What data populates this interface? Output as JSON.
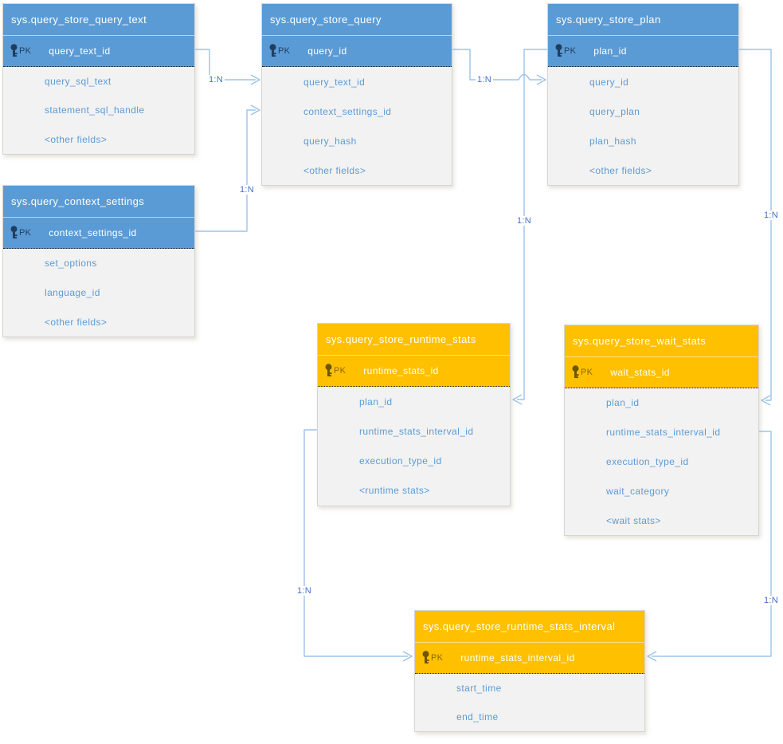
{
  "diagram": {
    "kind": "entity-relationship-diagram",
    "tables": [
      {
        "title": "sys.query_store_query_text",
        "theme": "blue",
        "pk_label": "PK",
        "pk": "query_text_id",
        "fields": [
          "query_sql_text",
          "statement_sql_handle",
          "<other fields>"
        ]
      },
      {
        "title": "sys.query_store_query",
        "theme": "blue",
        "pk_label": "PK",
        "pk": "query_id",
        "fields": [
          "query_text_id",
          "context_settings_id",
          "query_hash",
          "<other fields>"
        ]
      },
      {
        "title": "sys.query_store_plan",
        "theme": "blue",
        "pk_label": "PK",
        "pk": "plan_id",
        "fields": [
          "query_id",
          "query_plan",
          "plan_hash",
          "<other fields>"
        ]
      },
      {
        "title": "sys.query_context_settings",
        "theme": "blue",
        "pk_label": "PK",
        "pk": "context_settings_id",
        "fields": [
          "set_options",
          "language_id",
          "<other fields>"
        ]
      },
      {
        "title": "sys.query_store_runtime_stats",
        "theme": "orange",
        "pk_label": "PK",
        "pk": "runtime_stats_id",
        "fields": [
          "plan_id",
          "runtime_stats_interval_id",
          "execution_type_id",
          "<runtime stats>"
        ]
      },
      {
        "title": "sys.query_store_wait_stats",
        "theme": "orange",
        "pk_label": "PK",
        "pk": "wait_stats_id",
        "fields": [
          "plan_id",
          "runtime_stats_interval_id",
          "execution_type_id",
          "wait_category",
          "<wait stats>"
        ]
      },
      {
        "title": "sys.query_store_runtime_stats_interval",
        "theme": "orange",
        "pk_label": "PK",
        "pk": "runtime_stats_interval_id",
        "fields": [
          "start_time",
          "end_time"
        ]
      }
    ],
    "connections": [
      {
        "from": "sys.query_store_query_text.query_text_id",
        "to": "sys.query_store_query.query_text_id",
        "label": "1:N"
      },
      {
        "from": "sys.query_context_settings.context_settings_id",
        "to": "sys.query_store_query.context_settings_id",
        "label": "1:N"
      },
      {
        "from": "sys.query_store_query.query_id",
        "to": "sys.query_store_plan.query_id",
        "label": "1:N"
      },
      {
        "from": "sys.query_store_plan.plan_id",
        "to": "sys.query_store_runtime_stats.plan_id",
        "label": "1:N"
      },
      {
        "from": "sys.query_store_plan.plan_id",
        "to": "sys.query_store_wait_stats.plan_id",
        "label": "1:N"
      },
      {
        "from": "sys.query_store_runtime_stats.runtime_stats_interval_id",
        "to": "sys.query_store_runtime_stats_interval.runtime_stats_interval_id",
        "label": "1:N"
      },
      {
        "from": "sys.query_store_wait_stats.runtime_stats_interval_id",
        "to": "sys.query_store_runtime_stats_interval.runtime_stats_interval_id",
        "label": "1:N"
      }
    ],
    "colors": {
      "blue_header": "#5b9bd5",
      "orange_header": "#ffc000",
      "body_background": "#f2f2f2",
      "field_text": "#5b9bd5",
      "connector_line": "#9dc3e9",
      "relationship_label": "#4472c4",
      "key_icon_blue": "#1f3e5f",
      "key_icon_orange": "#6e5600"
    }
  }
}
